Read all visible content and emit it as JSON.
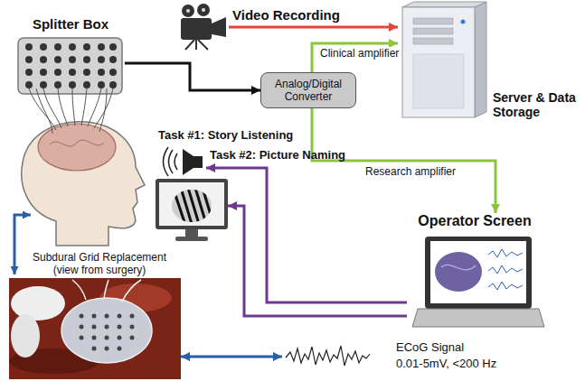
{
  "diagram": {
    "nodes": [
      {
        "text": [
          "Splitter Box"
        ]
      },
      {
        "text": [
          "Video Recording"
        ]
      },
      {
        "text": [
          "Server & Data Storage"
        ]
      },
      {
        "text": [
          "Analog/Digital Converter"
        ]
      },
      {
        "text": [
          "Task #1: Story Listening"
        ]
      },
      {
        "text": [
          "Task #2: Picture Naming"
        ]
      },
      {
        "text": [
          "Operator Screen"
        ]
      },
      {
        "text": [
          "Subdural Grid Replacement (view from surgery)"
        ]
      },
      {
        "text": [
          "ECoG Signal",
          "0.01-5mV, <200 Hz"
        ]
      }
    ],
    "edges": [
      {
        "from": 0,
        "to": 3,
        "arrow": "to"
      },
      {
        "from": 1,
        "to": 2,
        "arrow": "to"
      },
      {
        "from": 3,
        "to": 2,
        "label": "Clinical amplifier",
        "arrow": "to"
      },
      {
        "from": 3,
        "to": 6,
        "label": "Research amplifier",
        "arrow": "to"
      },
      {
        "from": 6,
        "to": 4,
        "arrow": "to"
      },
      {
        "from": 6,
        "to": 5,
        "arrow": "to"
      },
      {
        "from": 7,
        "to": 8,
        "arrow": "both"
      }
    ]
  }
}
